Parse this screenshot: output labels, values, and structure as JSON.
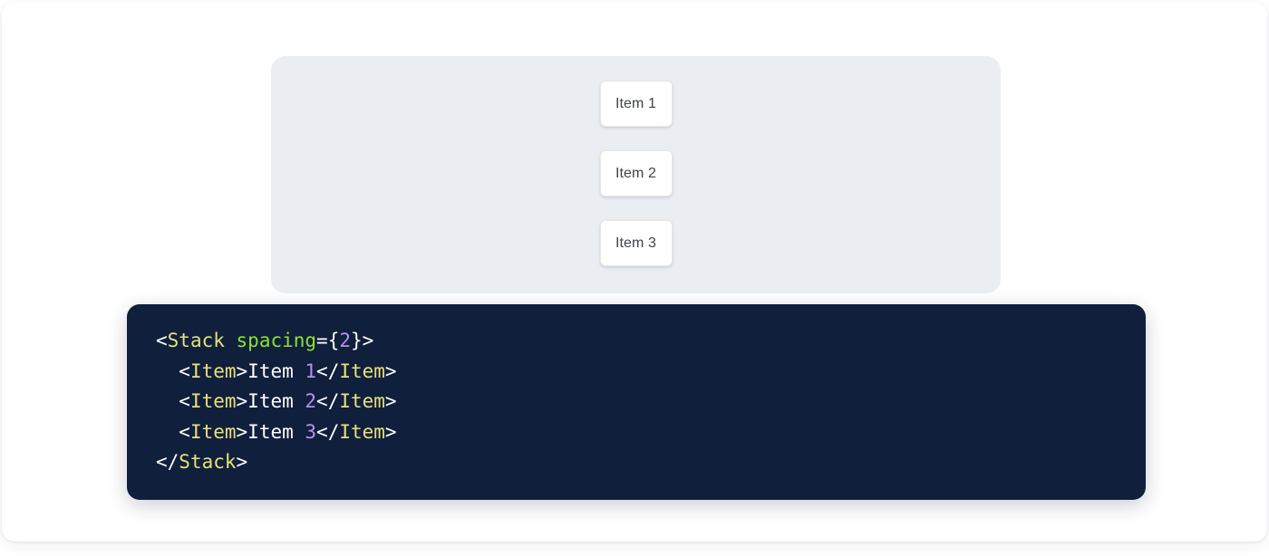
{
  "preview": {
    "panel_name": "stack-preview-panel",
    "background_color": "#eaedf2",
    "items": [
      {
        "label": "Item 1"
      },
      {
        "label": "Item 2"
      },
      {
        "label": "Item 3"
      }
    ]
  },
  "code_block": {
    "background_color": "#101f3c",
    "language": "jsx",
    "plain_text": "<Stack spacing={2}>\n  <Item>Item 1</Item>\n  <Item>Item 2</Item>\n  <Item>Item 3</Item>\n</Stack>",
    "colors": {
      "punctuation": "#ffffff",
      "tag": "#e6e17a",
      "attribute": "#8ae234",
      "number": "#b392f0",
      "text": "#ffffff"
    },
    "lines": [
      {
        "tokens": [
          {
            "t": "<",
            "c": "punct"
          },
          {
            "t": "Stack",
            "c": "tag"
          },
          {
            "t": " ",
            "c": "punct"
          },
          {
            "t": "spacing",
            "c": "attr"
          },
          {
            "t": "={",
            "c": "punct"
          },
          {
            "t": "2",
            "c": "num"
          },
          {
            "t": "}>",
            "c": "punct"
          }
        ]
      },
      {
        "tokens": [
          {
            "t": "  <",
            "c": "punct"
          },
          {
            "t": "Item",
            "c": "tag"
          },
          {
            "t": ">",
            "c": "punct"
          },
          {
            "t": "Item ",
            "c": "text"
          },
          {
            "t": "1",
            "c": "num"
          },
          {
            "t": "</",
            "c": "punct"
          },
          {
            "t": "Item",
            "c": "tag"
          },
          {
            "t": ">",
            "c": "punct"
          }
        ]
      },
      {
        "tokens": [
          {
            "t": "  <",
            "c": "punct"
          },
          {
            "t": "Item",
            "c": "tag"
          },
          {
            "t": ">",
            "c": "punct"
          },
          {
            "t": "Item ",
            "c": "text"
          },
          {
            "t": "2",
            "c": "num"
          },
          {
            "t": "</",
            "c": "punct"
          },
          {
            "t": "Item",
            "c": "tag"
          },
          {
            "t": ">",
            "c": "punct"
          }
        ]
      },
      {
        "tokens": [
          {
            "t": "  <",
            "c": "punct"
          },
          {
            "t": "Item",
            "c": "tag"
          },
          {
            "t": ">",
            "c": "punct"
          },
          {
            "t": "Item ",
            "c": "text"
          },
          {
            "t": "3",
            "c": "num"
          },
          {
            "t": "</",
            "c": "punct"
          },
          {
            "t": "Item",
            "c": "tag"
          },
          {
            "t": ">",
            "c": "punct"
          }
        ]
      },
      {
        "tokens": [
          {
            "t": "</",
            "c": "punct"
          },
          {
            "t": "Stack",
            "c": "tag"
          },
          {
            "t": ">",
            "c": "punct"
          }
        ]
      }
    ]
  }
}
